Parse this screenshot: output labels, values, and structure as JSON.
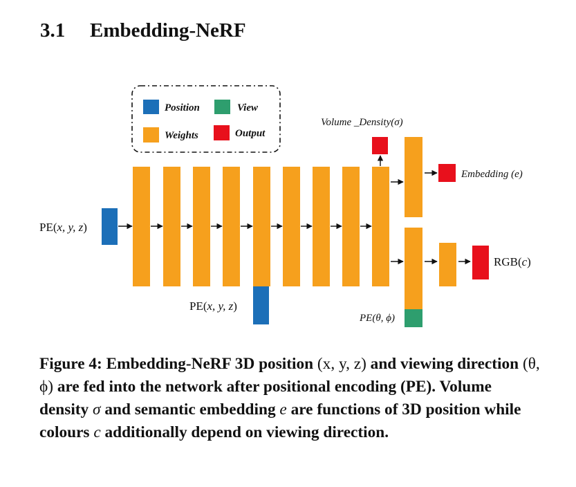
{
  "section": {
    "number": "3.1",
    "title": "Embedding-NeRF"
  },
  "figure": {
    "legend": {
      "position": "Position",
      "view": "View",
      "weights": "Weights",
      "output": "Output"
    },
    "labels": {
      "input_pe_prefix": "PE(",
      "input_pe_vars": "x, y, z",
      "input_pe_suffix": ")",
      "skip_pe_prefix": "PE(",
      "skip_pe_vars": "x, y, z",
      "skip_pe_suffix": ")",
      "volume_density": "Volume _Density(σ)",
      "embedding": "Embedding (e)",
      "rgb_prefix": "RGB(",
      "rgb_var": "c",
      "rgb_suffix": ")",
      "view_pe": "PE(θ, ϕ)"
    },
    "colors": {
      "position": "#1c6fb8",
      "view": "#2e9e6e",
      "weights": "#f6a01d",
      "output": "#e8101c",
      "arrow": "#111111"
    }
  },
  "caption": {
    "prefix": "Figure 4: Embedding-NeRF 3D position ",
    "pos_vars": "(x, y, z)",
    "mid1": " and viewing direction ",
    "dir_vars": "(θ, ϕ)",
    "mid2": " are fed into the network after positional encoding (PE). Volume density ",
    "sigma": "σ",
    "mid3": " and semantic embedding ",
    "e": "e",
    "mid4": " are functions of 3D position while colours ",
    "c": "c",
    "mid5": " additionally depend on viewing direction."
  }
}
